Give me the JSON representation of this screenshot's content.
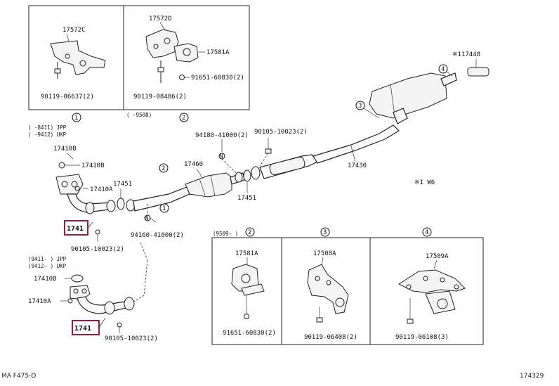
{
  "top_left_box": {
    "part_17572C": "17572C",
    "bolt": "90119-06637(2)",
    "marker": "1"
  },
  "top_middle_box": {
    "part_17572D": "17572D",
    "part_17581A": "17581A",
    "nut": "91651-60830(2)",
    "bolt": "90119-08486(2)",
    "date": "(     -9508)",
    "marker": "2"
  },
  "main": {
    "note_jpp": "(     -8411) JPP",
    "note_ukp": "(     -9412) UKP",
    "p17410B": "17410B",
    "p17410B_2": "17410B",
    "p17410A": "17410A",
    "p17451_left": "17451",
    "p17460": "17460",
    "p17451_right": "17451",
    "p17430": "17430",
    "p17444B": "※117448",
    "gasket_top": "94180-41000(2)",
    "bolt_top": "90105-10023(2)",
    "gasket_bottom": "94160-41000(2)",
    "bolt_mid": "90105-10023(2)",
    "highlight_label_1": "1741",
    "w6_note": "※1 W6",
    "m1": "1",
    "m2": "2",
    "m3": "3",
    "m4": "4",
    "m1b": "1",
    "m2b": "2"
  },
  "lower_left": {
    "note_jpp": "(9411-    ) JPP",
    "note_ukp": "(9412-    ) UKP",
    "p17410B": "17410B",
    "p17410A": "17410A",
    "highlight_label_2": "1741",
    "bolt": "90105-10023(2)"
  },
  "bottom_box": {
    "date": "(9509-    )",
    "m2": "2",
    "m3": "3",
    "m4": "4",
    "p17581A": "17581A",
    "p17508A": "17508A",
    "p17509A": "17509A",
    "nut": "91651-60830(2)",
    "bolt3": "90119-06408(2)",
    "bolt4": "90119-06108(3)"
  },
  "footer": {
    "left": "MA F475-D",
    "right": "174329"
  },
  "colors": {
    "highlight": "#9b1b3c"
  }
}
